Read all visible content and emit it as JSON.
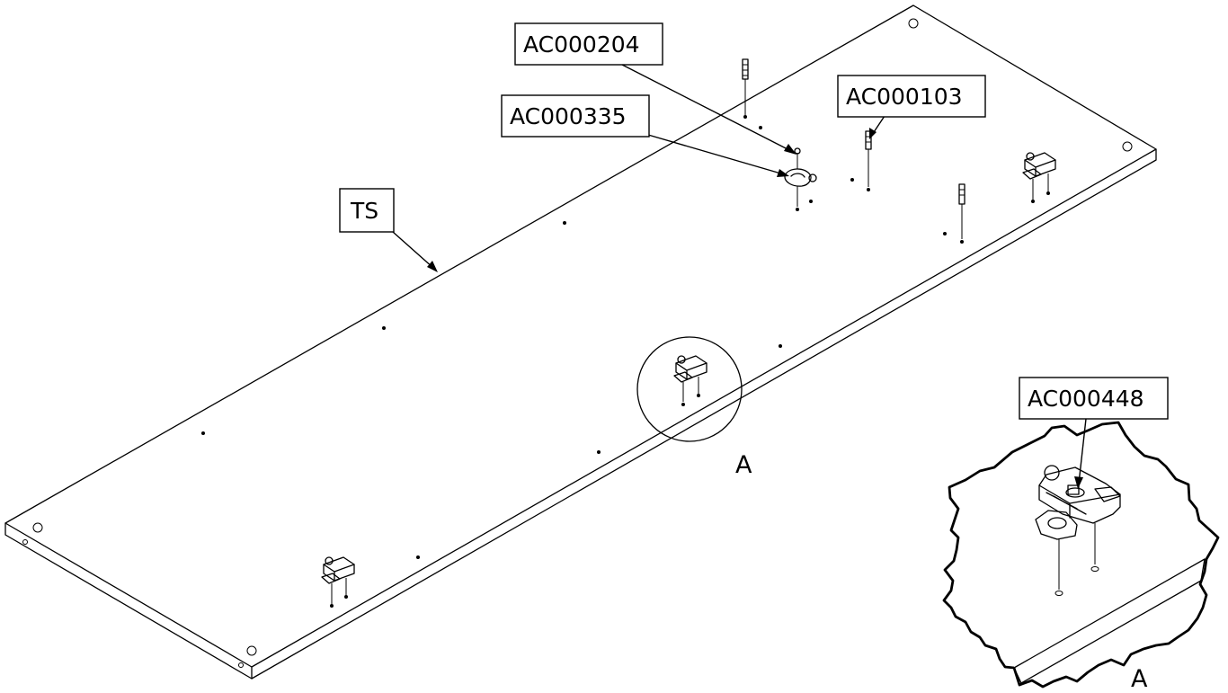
{
  "callouts": {
    "ac000204": "AC000204",
    "ac000335": "AC000335",
    "ac000103": "AC000103",
    "ts": "TS",
    "ac000448": "AC000448"
  },
  "detail": {
    "circle_label": "A",
    "view_label": "A"
  }
}
